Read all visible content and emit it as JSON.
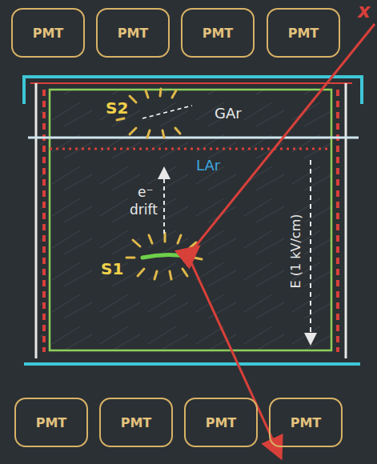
{
  "diagram": {
    "nodes": [
      {
        "text": [
          "PMT"
        ]
      },
      {
        "text": [
          "PMT"
        ]
      },
      {
        "text": [
          "PMT"
        ]
      },
      {
        "text": [
          "PMT"
        ]
      },
      {
        "text": [
          "PMT"
        ]
      },
      {
        "text": [
          "PMT"
        ]
      },
      {
        "text": [
          "PMT"
        ]
      },
      {
        "text": [
          "PMT"
        ]
      }
    ],
    "labels": [
      "x",
      "S2",
      "GAr",
      "LAr",
      "e⁻",
      "drift",
      "E (1 kV/cm)",
      "S1"
    ]
  }
}
